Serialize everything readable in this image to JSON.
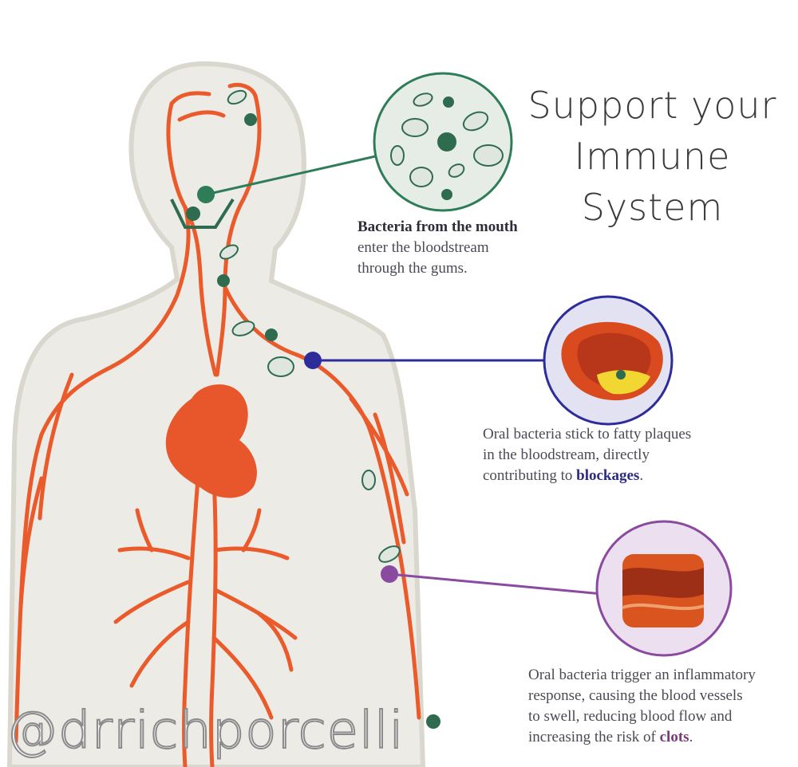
{
  "title": {
    "line1": "Support your",
    "line2": "Immune System"
  },
  "callouts": [
    {
      "bold": "Bacteria from the mouth",
      "text1": "enter the bloodstream",
      "text2": "through the gums.",
      "color": "#2f7d58"
    },
    {
      "text1": "Oral bacteria stick to fatty plaques",
      "text2": "in the bloodstream, directly",
      "text3": "contributing to ",
      "emph": "blockages",
      "end": ".",
      "color": "#2c2c9a"
    },
    {
      "text1": "Oral bacteria trigger an inflammatory",
      "text2": "response, causing the blood vessels",
      "text3": "to swell, reducing blood flow and",
      "text4": "increasing the risk of ",
      "emph": "clots",
      "end": ".",
      "color": "#8a4aa0"
    }
  ],
  "watermark": "@drrichporcelli",
  "colors": {
    "artery": "#ea5a2a",
    "body": "#ecebe6",
    "bacteria": "#2f6b4f"
  }
}
